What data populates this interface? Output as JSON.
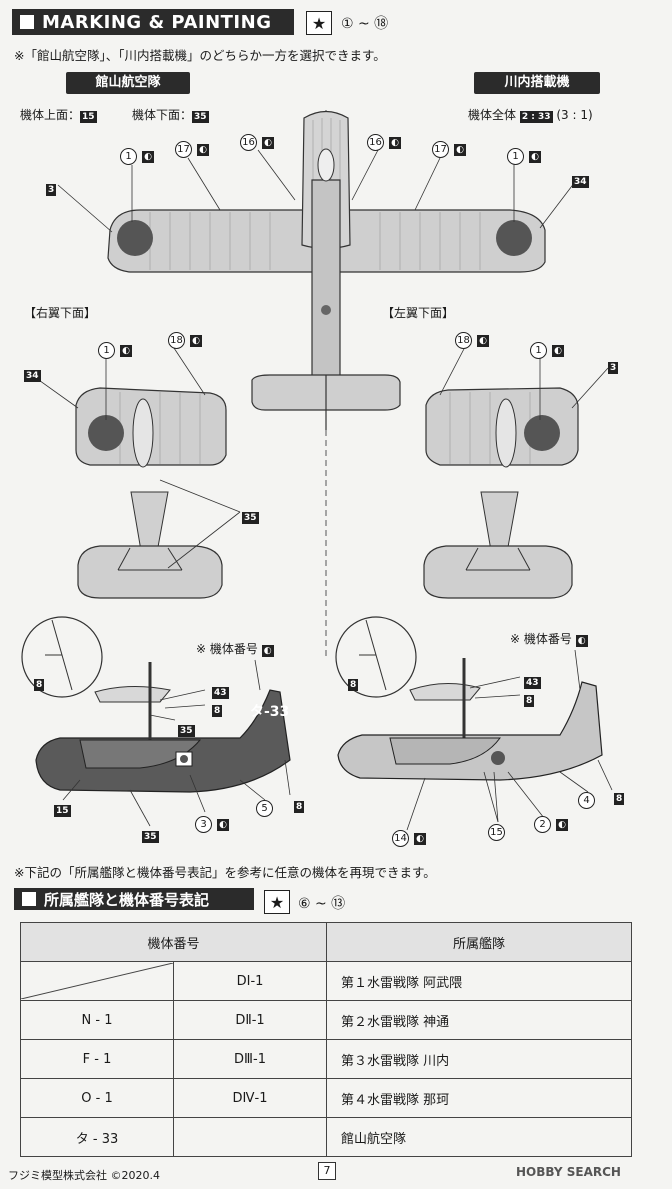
{
  "marking": {
    "title": "MARKING & PAINTING",
    "range": "① ~ ⑱",
    "note": "※「館山航空隊」、「川内搭載機」のどちらか一方を選択できます。"
  },
  "version_a": {
    "label": "館山航空隊",
    "upper": "機体上面：",
    "upper_code": "15",
    "lower": "機体下面：",
    "lower_code": "35"
  },
  "version_b": {
    "label": "川内搭載機",
    "all": "機体全体",
    "mix": "2 : 33",
    "ratio": "(3 : 1)"
  },
  "views": {
    "right_wing": "【右翼下面】",
    "left_wing": "【左翼下面】"
  },
  "callouts": {
    "n1": "1",
    "n2": "2",
    "n3": "3",
    "n4": "4",
    "n5": "5",
    "n14": "14",
    "n15": "15",
    "n16": "16",
    "n17": "17",
    "n18": "18",
    "c3": "3",
    "c8": "8",
    "c15": "15",
    "c34": "34",
    "c35": "35",
    "c43": "43",
    "serial_label": "機体番号",
    "side_code": "タ-33"
  },
  "reference_note": "※下記の「所属艦隊と機体番号表記」を参考に任意の機体を再現できます。",
  "assignment": {
    "title": "所属艦隊と機体番号表記",
    "range": "⑥ ~ ⑬",
    "col_serial": "機体番号",
    "col_fleet": "所属艦隊",
    "rows": [
      {
        "a": "",
        "b": "DⅠ-1",
        "fleet": "第１水雷戦隊 阿武隈"
      },
      {
        "a": "N - 1",
        "b": "DⅡ-1",
        "fleet": "第２水雷戦隊 神通"
      },
      {
        "a": "F - 1",
        "b": "DⅢ-1",
        "fleet": "第３水雷戦隊 川内"
      },
      {
        "a": "O - 1",
        "b": "DⅣ-1",
        "fleet": "第４水雷戦隊 那珂"
      },
      {
        "a": "タ - 33",
        "b": "",
        "fleet": "館山航空隊"
      }
    ]
  },
  "footer": {
    "copyright": "フジミ模型株式会社 ©2020.4",
    "page": "7",
    "watermark": "HOBBY SEARCH"
  },
  "colors": {
    "header": "#2b2b2b",
    "aircraft_grey": "#c9c9c9",
    "hinomaru": "#555555"
  }
}
